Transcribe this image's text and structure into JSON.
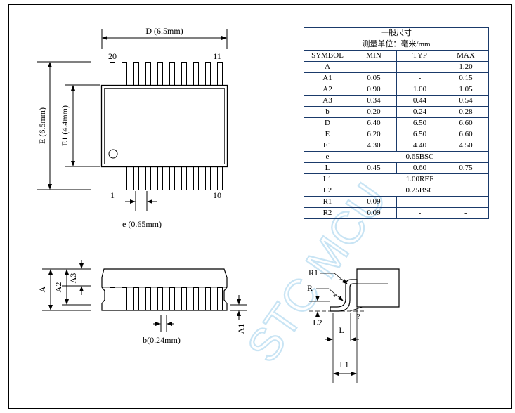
{
  "top_view": {
    "d_label": "D (6.5mm)",
    "e_label": "E (6.5mm)",
    "e1_label": "E1 (4.4mm)",
    "pitch_label": "e (0.65mm)",
    "pin_20": "20",
    "pin_11": "11",
    "pin_1": "1",
    "pin_10": "10"
  },
  "side_view": {
    "a_label": "A",
    "a2_label": "A2",
    "a3_label": "A3",
    "a1_label": "A1",
    "b_label": "b(0.24mm)"
  },
  "detail_view": {
    "r1_label": "R1",
    "r_label": "R",
    "l2_label": "L2",
    "l_label": "L",
    "l1_label": "L1",
    "theta_label": "?"
  },
  "watermark": "STC MCU",
  "table": {
    "title": "一般尺寸",
    "unit": "测量单位：毫米/mm",
    "headers": [
      "SYMBOL",
      "MIN",
      "TYP",
      "MAX"
    ],
    "rows": [
      {
        "symbol": "A",
        "min": "-",
        "typ": "-",
        "max": "1.20"
      },
      {
        "symbol": "A1",
        "min": "0.05",
        "typ": "-",
        "max": "0.15"
      },
      {
        "symbol": "A2",
        "min": "0.90",
        "typ": "1.00",
        "max": "1.05"
      },
      {
        "symbol": "A3",
        "min": "0.34",
        "typ": "0.44",
        "max": "0.54"
      },
      {
        "symbol": "b",
        "min": "0.20",
        "typ": "0.24",
        "max": "0.28"
      },
      {
        "symbol": "D",
        "min": "6.40",
        "typ": "6.50",
        "max": "6.60"
      },
      {
        "symbol": "E",
        "min": "6.20",
        "typ": "6.50",
        "max": "6.60"
      },
      {
        "symbol": "E1",
        "min": "4.30",
        "typ": "4.40",
        "max": "4.50"
      },
      {
        "symbol": "e",
        "span": "0.65BSC"
      },
      {
        "symbol": "L",
        "min": "0.45",
        "typ": "0.60",
        "max": "0.75"
      },
      {
        "symbol": "L1",
        "span": "1.00REF"
      },
      {
        "symbol": "L2",
        "span": "0.25BSC"
      },
      {
        "symbol": "R1",
        "min": "0.09",
        "typ": "-",
        "max": "-"
      },
      {
        "symbol": "R2",
        "min": "0.09",
        "typ": "-",
        "max": "-"
      }
    ]
  }
}
